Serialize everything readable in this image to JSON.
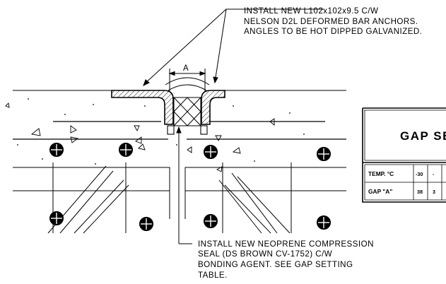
{
  "notes": {
    "angle_note": [
      "INSTALL NEW L102x102x9.5 C/W",
      "NELSON D2L DEFORMED BAR ANCHORS.",
      "ANGLES TO BE HOT DIPPED GALVANIZED."
    ],
    "seal_note": [
      "INSTALL NEW NEOPRENE COMPRESSION",
      "SEAL (DS BROWN CV-1752) C/W",
      "BONDING AGENT. SEE GAP SETTING",
      "TABLE."
    ]
  },
  "dimension": {
    "label": "A"
  },
  "gap_table": {
    "title": "GAP SE",
    "rows": [
      {
        "header": "TEMP. °C",
        "values": [
          "-30",
          "-"
        ]
      },
      {
        "header": "GAP \"A\"",
        "values": [
          "38",
          "3"
        ]
      }
    ]
  },
  "colors": {
    "line": "#000000",
    "background": "#ffffff"
  }
}
